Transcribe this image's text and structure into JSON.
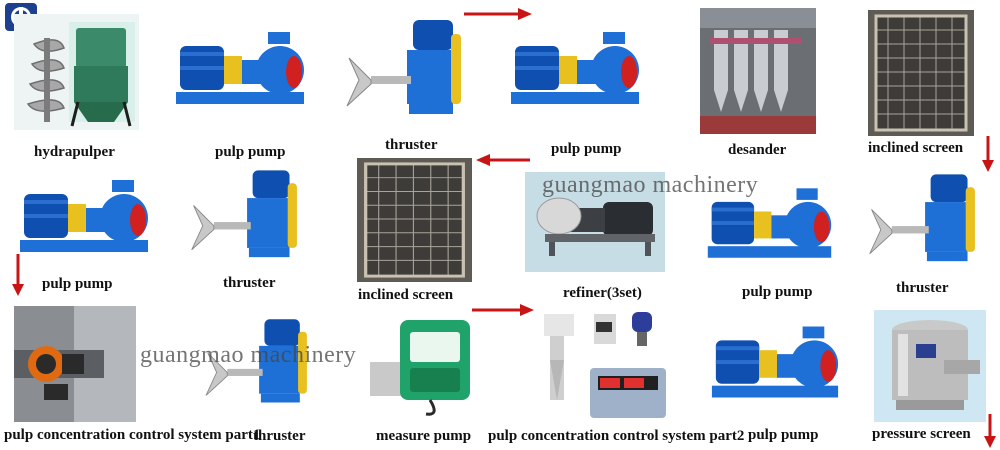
{
  "colors": {
    "arrow": "#c81414",
    "pump_blue": "#1e6fd6",
    "motor_blue": "#0f4fb0",
    "coupling_yellow": "#e8c020",
    "flange_red": "#d02020",
    "watermark": "#555555"
  },
  "logo": {
    "icon": "company-logo-icon"
  },
  "watermarks": [
    "guangmao machinery",
    "guangmao machinery"
  ],
  "items": [
    {
      "label": "hydrapulper",
      "kind": "hydrapulper"
    },
    {
      "label": "pulp pump",
      "kind": "pump"
    },
    {
      "label": "thruster",
      "kind": "thruster"
    },
    {
      "label": "pulp pump",
      "kind": "pump"
    },
    {
      "label": "desander",
      "kind": "desander"
    },
    {
      "label": "inclined screen",
      "kind": "screen"
    },
    {
      "label": "pulp pump",
      "kind": "pump"
    },
    {
      "label": "thruster",
      "kind": "thruster"
    },
    {
      "label": "inclined screen",
      "kind": "screen"
    },
    {
      "label": "refiner(3set)",
      "kind": "refiner"
    },
    {
      "label": "pulp pump",
      "kind": "pump"
    },
    {
      "label": "thruster",
      "kind": "thruster"
    },
    {
      "label": "pulp concentration control system part1",
      "kind": "control1"
    },
    {
      "label": "thruster",
      "kind": "thruster"
    },
    {
      "label": "measure pump",
      "kind": "measure"
    },
    {
      "label": "pulp concentration control system part2",
      "kind": "control2"
    },
    {
      "label": "pulp pump",
      "kind": "pump"
    },
    {
      "label": "pressure screen",
      "kind": "pressure"
    }
  ]
}
